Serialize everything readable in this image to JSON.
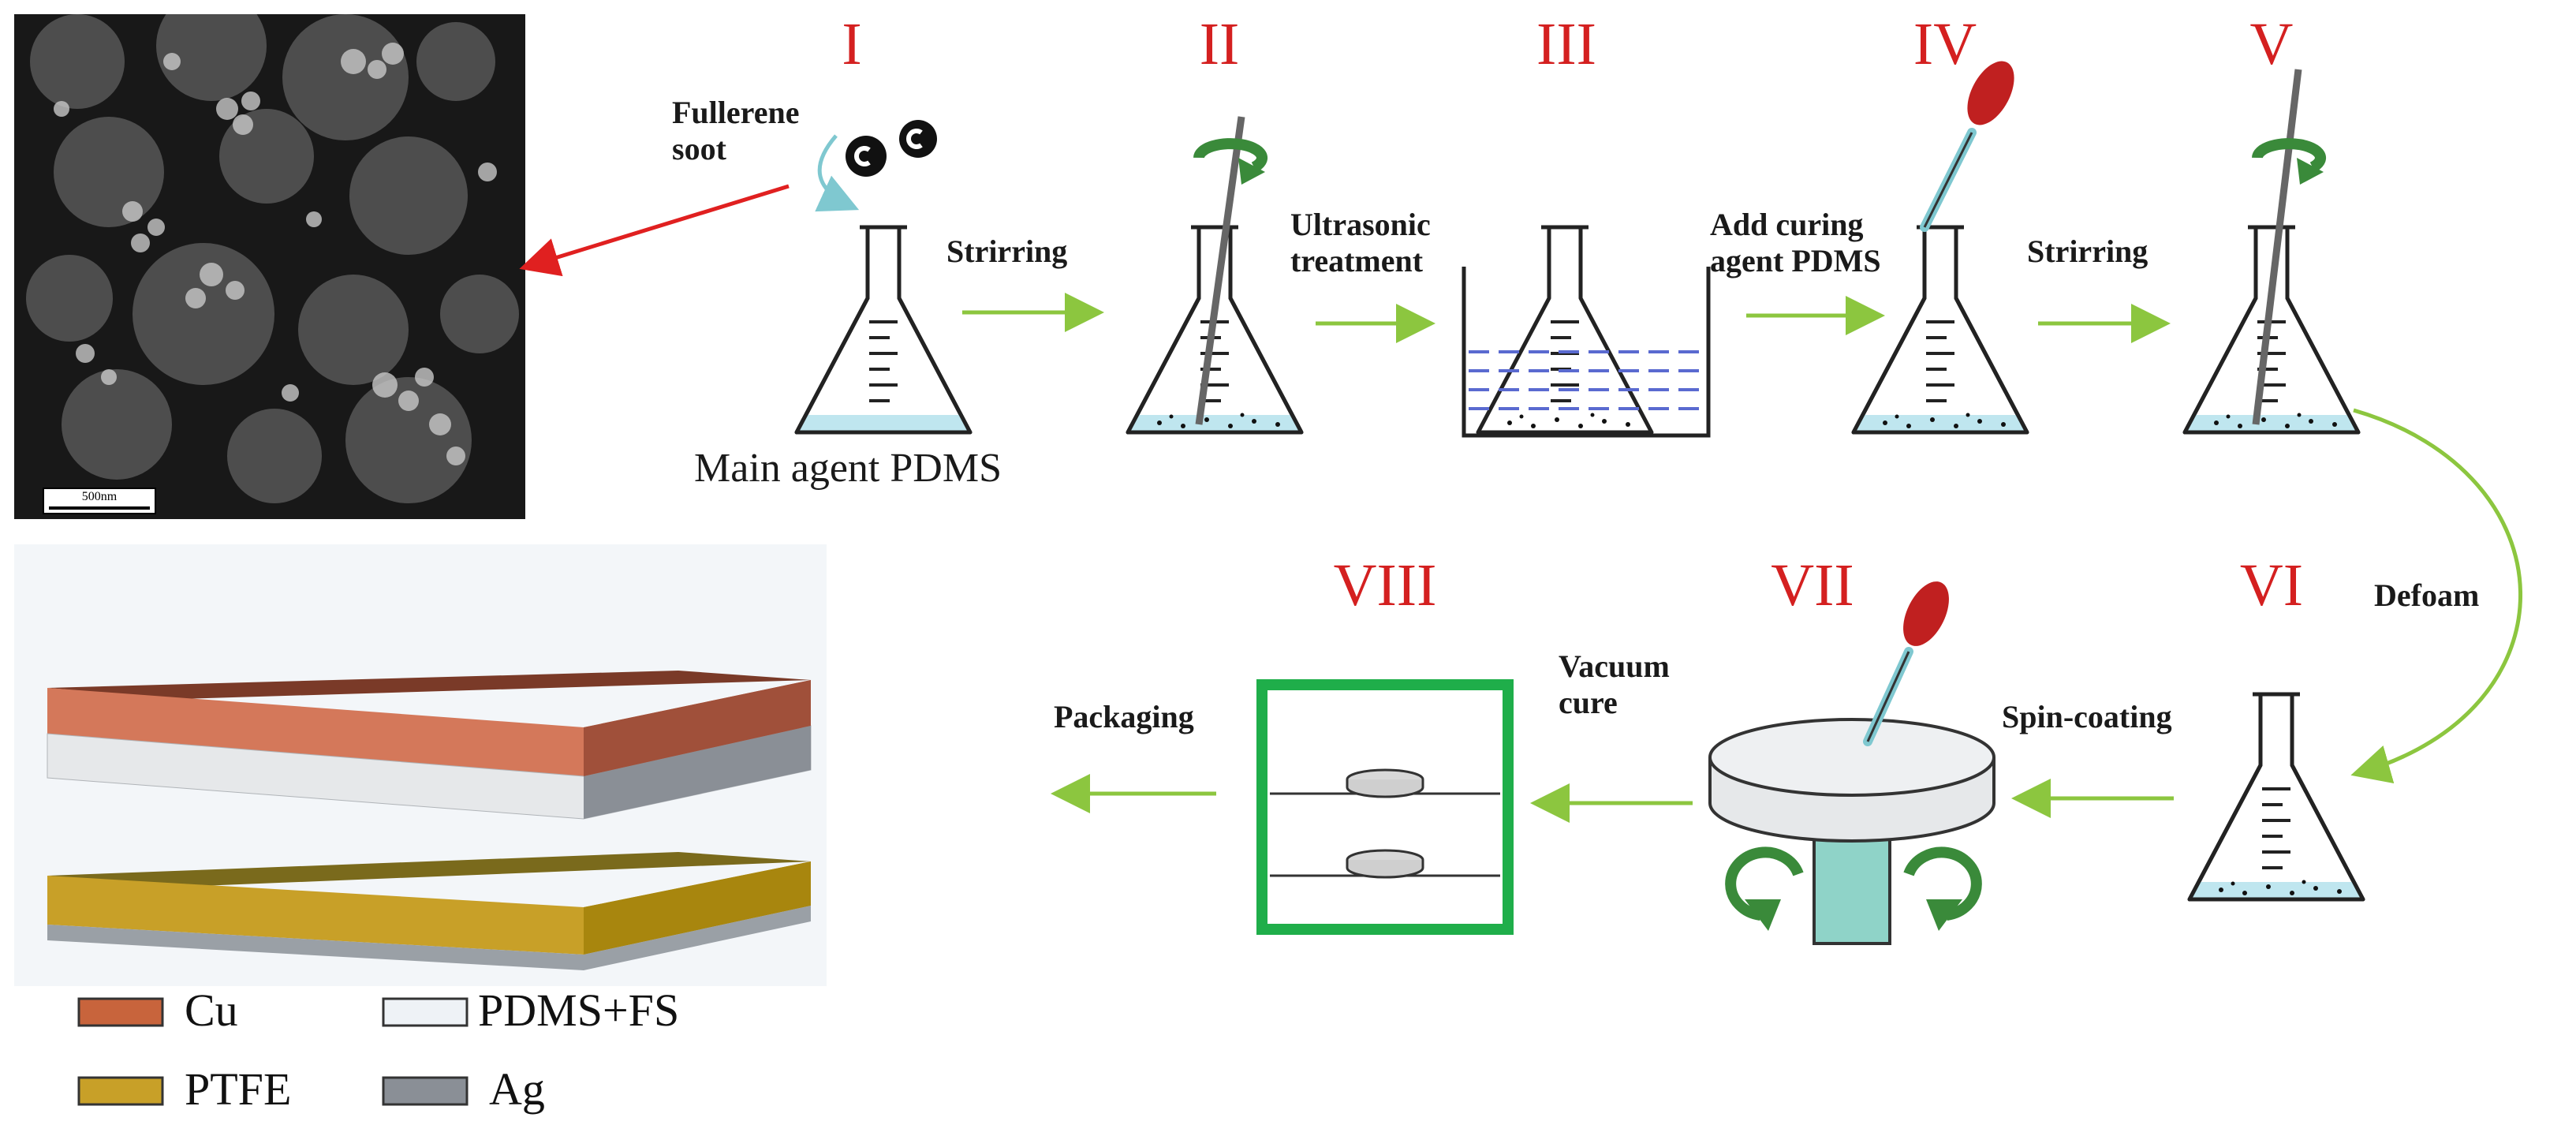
{
  "stages": [
    "I",
    "II",
    "III",
    "IV",
    "V",
    "VI",
    "VII",
    "VIII"
  ],
  "steps": {
    "fullerene_soot": "Fullerene\nsoot",
    "stirring_1": "Strirring",
    "ultrasonic": "Ultrasonic\ntreatment",
    "add_curing": "Add curing\nagent PDMS",
    "stirring_2": "Strirring",
    "defoam": "Defoam",
    "spin_coating": "Spin-coating",
    "vacuum_cure": "Vacuum\ncure",
    "packaging": "Packaging",
    "main_agent": "Main agent PDMS"
  },
  "scale_bar": "500nm",
  "legend": [
    {
      "label": "Cu",
      "color": "#c8643c"
    },
    {
      "label": "PDMS+FS",
      "color": "#eef2f6"
    },
    {
      "label": "PTFE",
      "color": "#c8a028"
    },
    {
      "label": "Ag",
      "color": "#8a8f96"
    }
  ],
  "colors": {
    "stage_red": "#d42020",
    "arrow_green": "#8cc63f",
    "rotation_green": "#3a8a3a",
    "cu_top": "#7a3a28",
    "cu_side": "#d4785a",
    "ptfe_top": "#7a6a1c",
    "ptfe_side": "#c8a028",
    "liquid": "#bfe6ef"
  }
}
